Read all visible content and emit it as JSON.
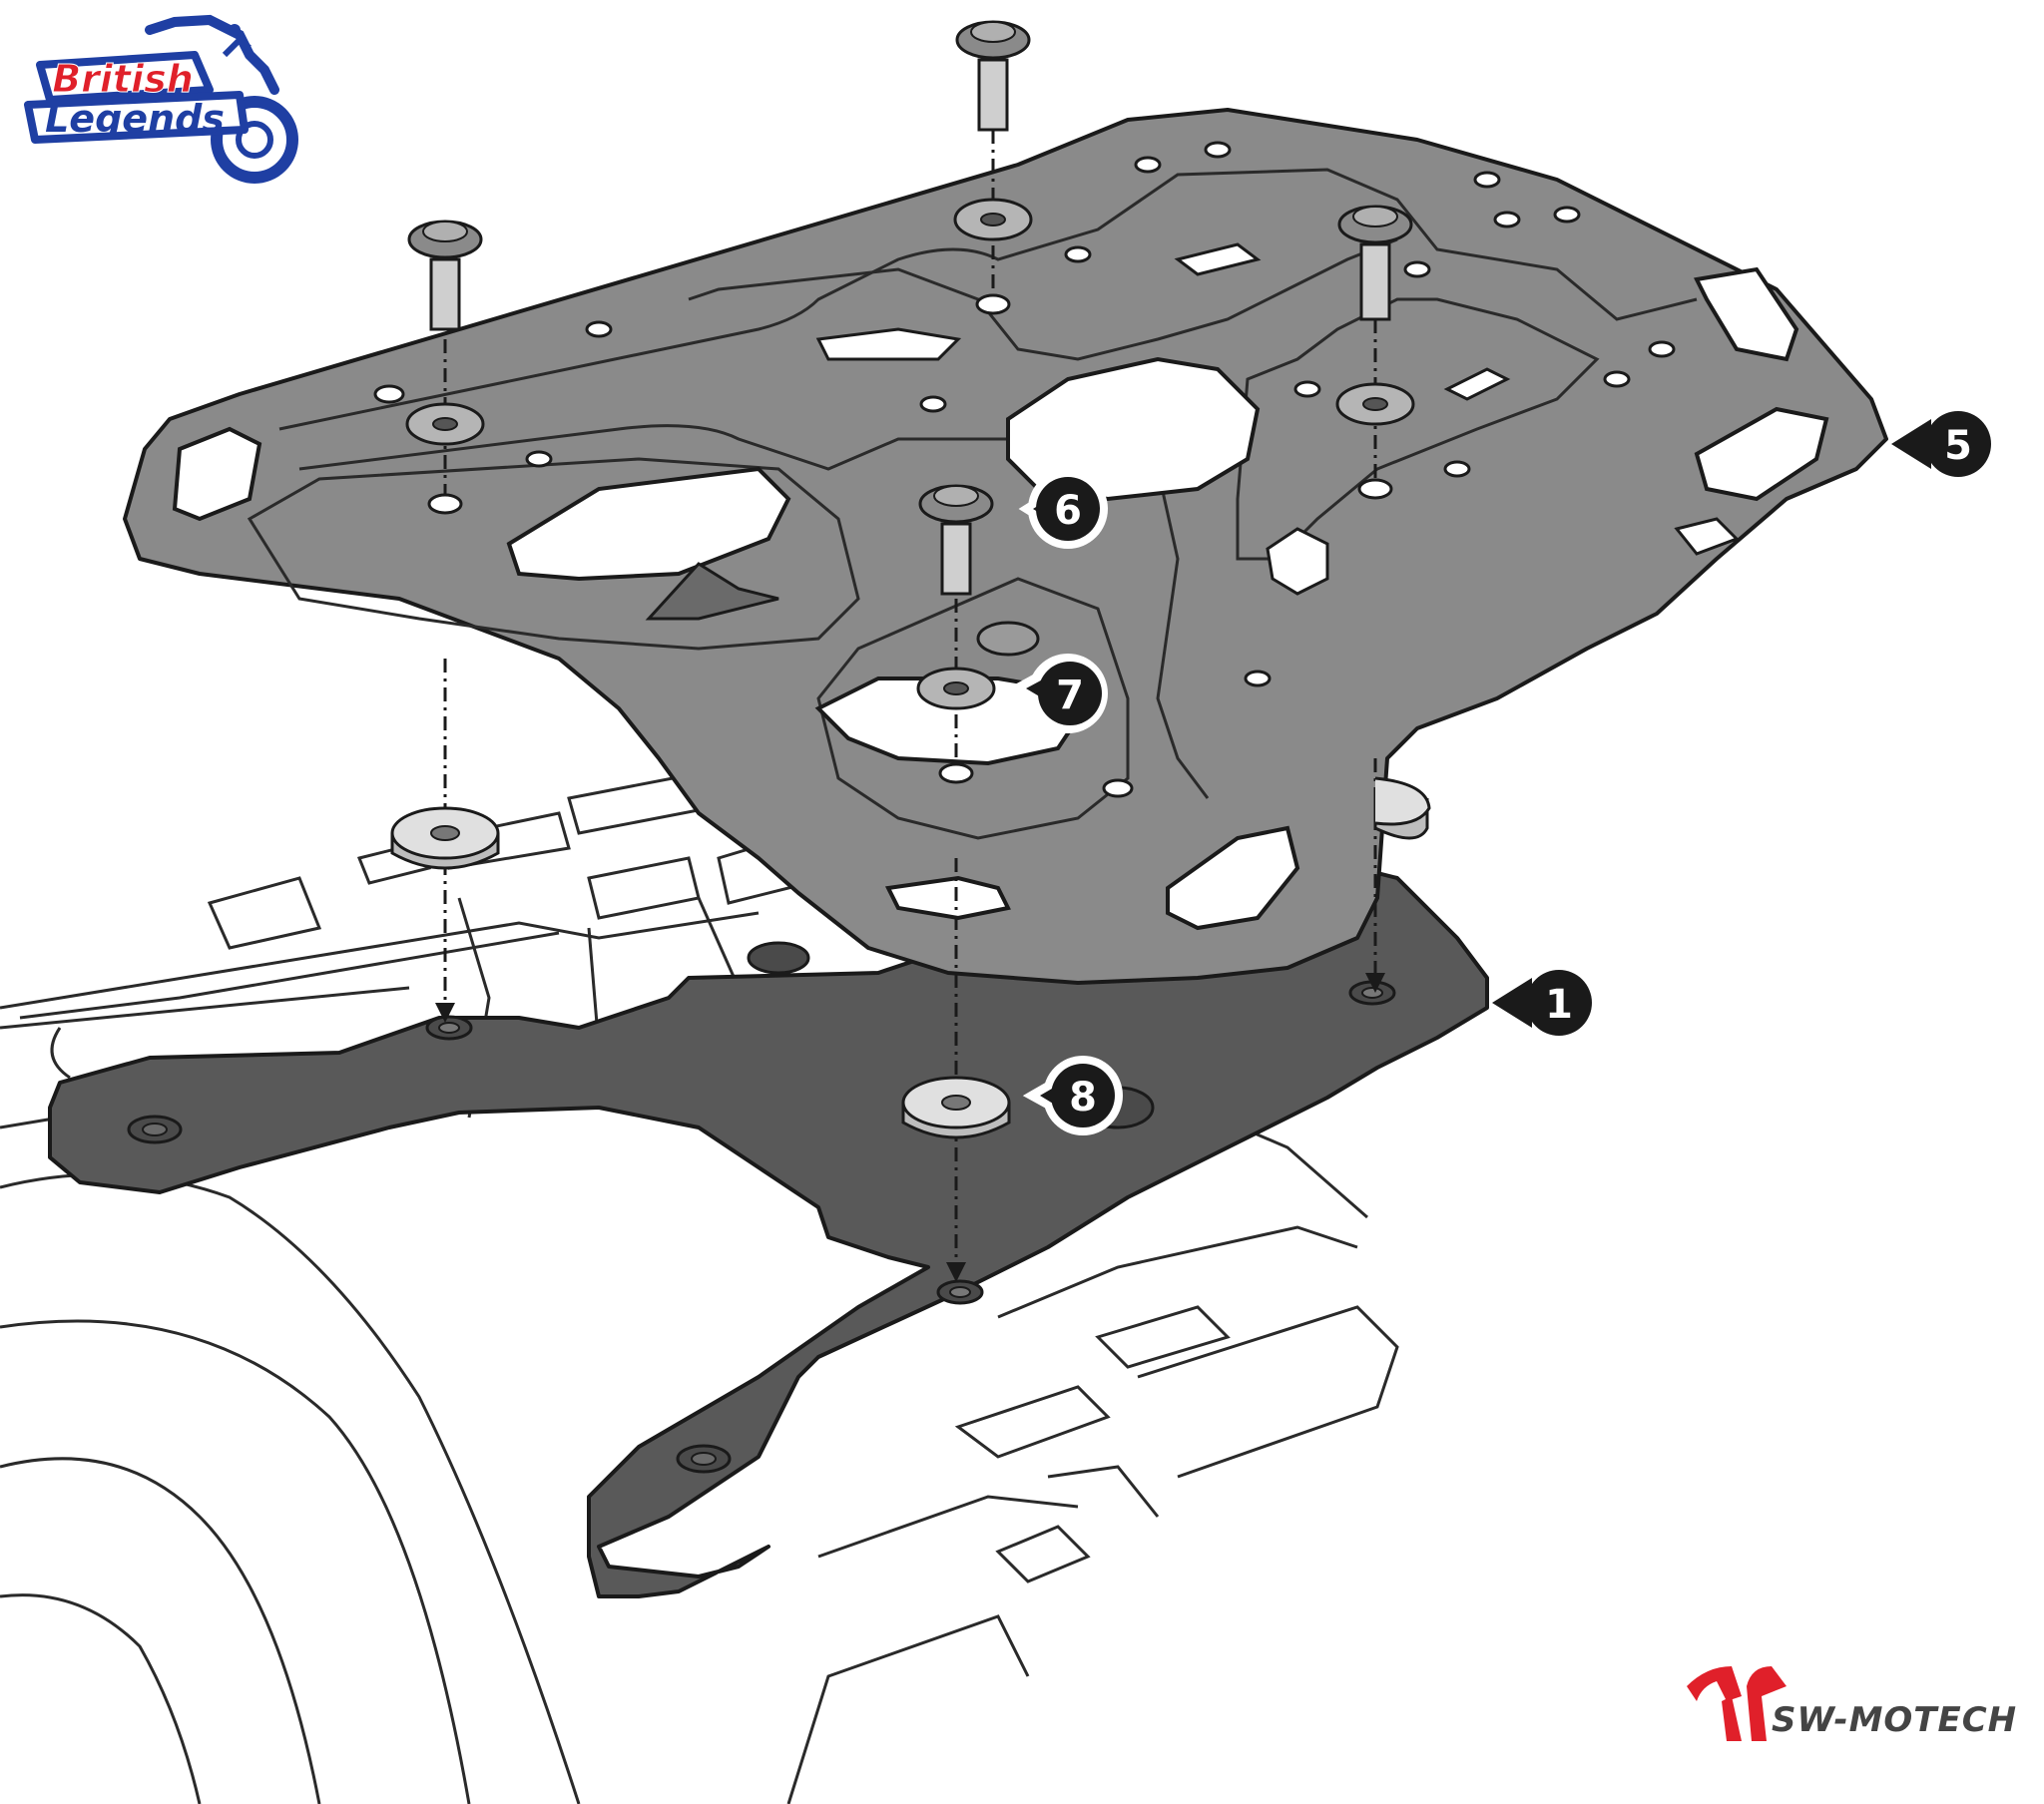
{
  "brand_logo": {
    "line1": "British",
    "line2": "Legends",
    "colors": {
      "primary": "#1f3fa3",
      "accent": "#e0202a"
    }
  },
  "maker_logo": {
    "name": "SW-MOTECH",
    "icon": "sw-motech-mark-icon",
    "colors": {
      "text": "#444444",
      "mark": "#e0202a"
    }
  },
  "callouts": [
    {
      "id": "1",
      "label": "1"
    },
    {
      "id": "5",
      "label": "5"
    },
    {
      "id": "6",
      "label": "6"
    },
    {
      "id": "7",
      "label": "7"
    },
    {
      "id": "8",
      "label": "8"
    }
  ],
  "parts": {
    "top_plate": "gray",
    "adapter_plate": "dark-gray",
    "colors": {
      "top_plate": "#8a8a8a",
      "adapter_plate": "#595959",
      "outline": "#1a1a1a",
      "washer": "#d9d9d9"
    }
  }
}
